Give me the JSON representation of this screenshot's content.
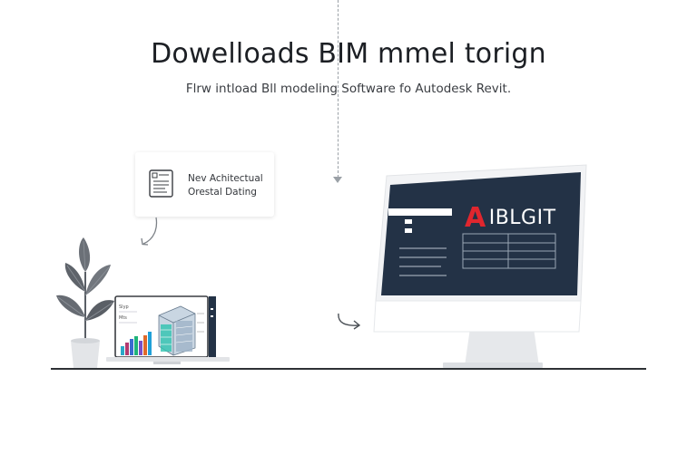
{
  "headline": "Dowelloads BIM mmel torign",
  "subline": "Flrw intload Bll modeling Software fo Autodesk Revit.",
  "doc_card": {
    "line1": "Nev Achitectual",
    "line2": "Orestal Dating"
  },
  "monitor": {
    "brand_letter": "A",
    "brand_text": "IBLGIT"
  },
  "laptop": {
    "label_1": "Slyp",
    "label_2": "Mts"
  },
  "colors": {
    "background": "#ffffff",
    "monitor_screen": "#233246",
    "brand_red": "#e0262e",
    "text_dark": "#1c1f24"
  },
  "icons": [
    "document-icon",
    "plant-illustration",
    "laptop-illustration",
    "monitor-illustration",
    "curved-arrow-icon",
    "dashed-down-arrow"
  ]
}
